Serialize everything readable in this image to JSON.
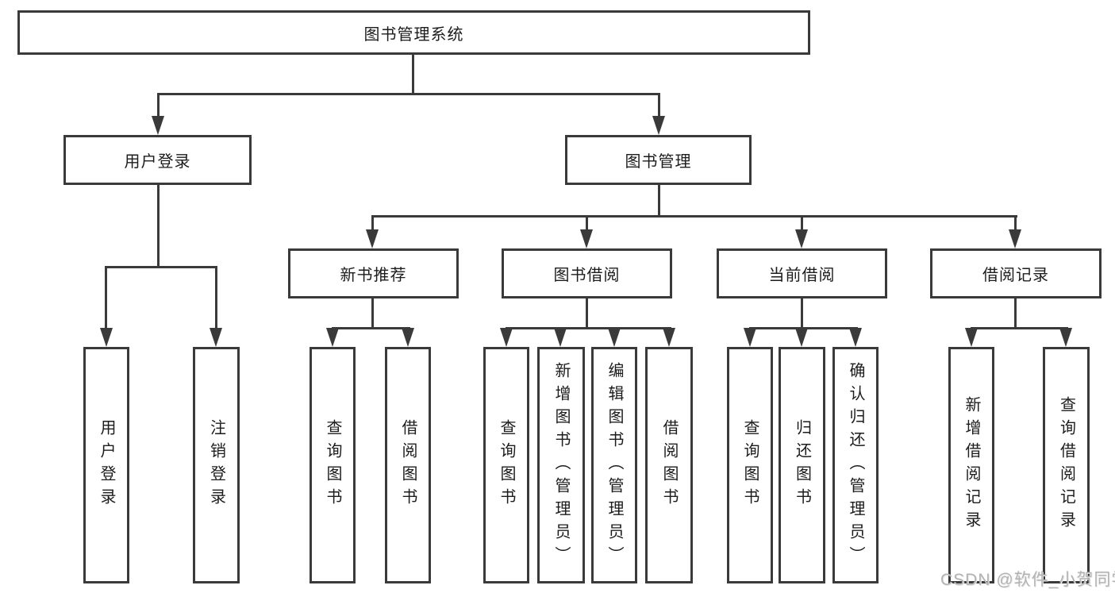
{
  "diagram_title": "图书管理系统",
  "tree": {
    "label": "图书管理系统",
    "children": [
      {
        "label": "用户登录",
        "children": [
          {
            "label": "用户登录"
          },
          {
            "label": "注销登录"
          }
        ]
      },
      {
        "label": "图书管理",
        "children": [
          {
            "label": "新书推荐",
            "children": [
              {
                "label": "查询图书"
              },
              {
                "label": "借阅图书"
              }
            ]
          },
          {
            "label": "图书借阅",
            "children": [
              {
                "label": "查询图书"
              },
              {
                "label": "新增图书（管理员）"
              },
              {
                "label": "编辑图书（管理员）"
              },
              {
                "label": "借阅图书"
              }
            ]
          },
          {
            "label": "当前借阅",
            "children": [
              {
                "label": "查询图书"
              },
              {
                "label": "归还图书"
              },
              {
                "label": "确认归还（管理员）"
              }
            ]
          },
          {
            "label": "借阅记录",
            "children": [
              {
                "label": "新增借阅记录"
              },
              {
                "label": "查询借阅记录"
              }
            ]
          }
        ]
      }
    ]
  },
  "watermark": "CSDN @软件_小贺同学",
  "colors": {
    "line": "#3a3a3a",
    "text": "#1c1c1c",
    "watermark": "#b3b3b3",
    "background": "#ffffff"
  }
}
